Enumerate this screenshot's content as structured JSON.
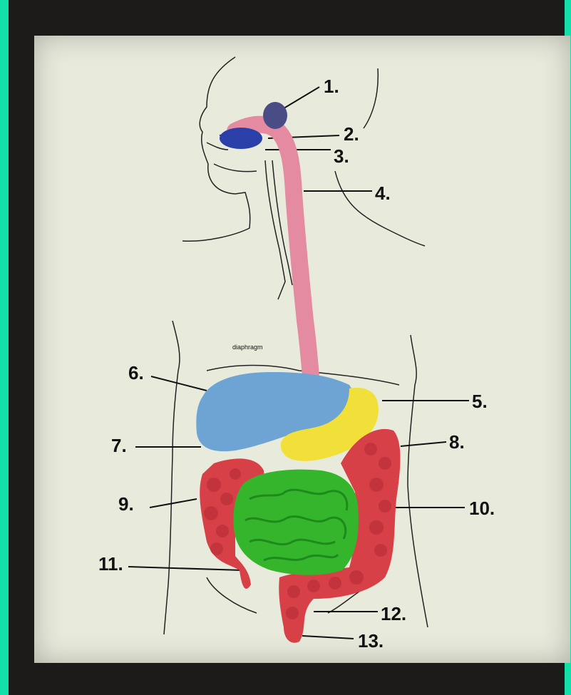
{
  "labels": {
    "l1": "1.",
    "l2": "2.",
    "l3": "3.",
    "l4": "4.",
    "l5": "5.",
    "l6": "6.",
    "l7": "7.",
    "l8": "8.",
    "l9": "9.",
    "l10": "10.",
    "l11": "11.",
    "l12": "12.",
    "l13": "13."
  },
  "diaphragm": "diaphragm",
  "colors": {
    "frame": "#1d1a1a",
    "paper": "#e8ebdc",
    "liver": "#6ea4d4",
    "stomach": "#f1df3a",
    "small_intestine": "#34b52c",
    "large_intestine": "#d84048",
    "esophagus": "#e48ba2",
    "tongue": "#2a3fa8",
    "nasal": "#4a4c86"
  }
}
